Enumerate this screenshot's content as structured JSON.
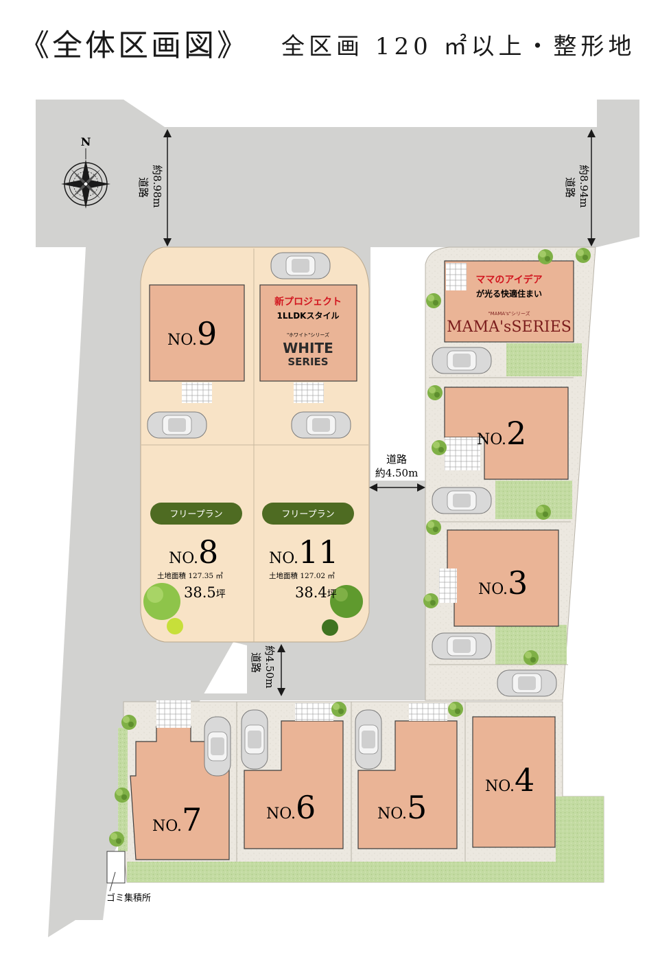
{
  "header": {
    "title": "《全体区画図》",
    "subtitle": "全区画 120 ㎡以上・整形地"
  },
  "compass": {
    "north": "N"
  },
  "roads": {
    "road_left": {
      "line1": "道路",
      "line2": "約8.98m"
    },
    "road_right": {
      "line1": "道路",
      "line2": "約8.94m"
    },
    "road_middle": {
      "line1": "道路",
      "line2": "約4.50m"
    },
    "road_lower": {
      "line1": "道路",
      "line2": "約4.50m"
    }
  },
  "lots": {
    "no9": {
      "prefix": "NO.",
      "num": "9"
    },
    "model": {
      "line1": "新プロジェクト",
      "line2": "1LLDKスタイル",
      "series_small": "\"ホワイト\"シリーズ",
      "series_line1": "WHITE",
      "series_line2": "SERIES"
    },
    "no8": {
      "badge": "フリープラン",
      "prefix": "NO.",
      "num": "8",
      "area": "土地面積 127.35 ㎡",
      "tsubo_num": "38.5",
      "tsubo_unit": "坪"
    },
    "no11": {
      "badge": "フリープラン",
      "prefix": "NO.",
      "num": "11",
      "area": "土地面積 127.02 ㎡",
      "tsubo_num": "38.4",
      "tsubo_unit": "坪"
    },
    "mama": {
      "line1_a": "ママの",
      "line1_b": "アイデア",
      "line2": "が光る快適住まい",
      "series_small": "\"MAMA's\"シリーズ",
      "series_big": "MAMA'sSERIES"
    },
    "no2": {
      "prefix": "NO.",
      "num": "2"
    },
    "no3": {
      "prefix": "NO.",
      "num": "3"
    },
    "no4": {
      "prefix": "NO.",
      "num": "4"
    },
    "no5": {
      "prefix": "NO.",
      "num": "5"
    },
    "no6": {
      "prefix": "NO.",
      "num": "6"
    },
    "no7": {
      "prefix": "NO.",
      "num": "7"
    }
  },
  "facilities": {
    "garbage": "ゴミ集積所"
  },
  "colors": {
    "road": "#d2d2d0",
    "lot_plan": "#f8e3c6",
    "house": "#eab496",
    "house_stroke": "#3e3e3e",
    "lawn": "#c3dba2",
    "paving": "#ece8e0",
    "badge": "#4e6b22",
    "red_text": "#d1161f"
  }
}
